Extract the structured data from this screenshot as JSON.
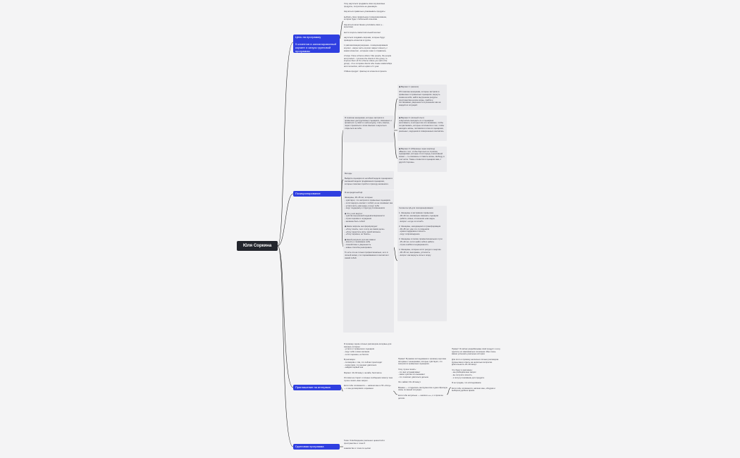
{
  "root": {
    "label": "Юля Соркина"
  },
  "branches": {
    "goal": "Цель на программу\n\n5 клиентов в запланированный коучинг и запуск групповой программы",
    "positioning": "Позиционирование",
    "interview": "Приглашение на интервью",
    "group": "Групповая программа"
  },
  "colors": {
    "root": "#23262d",
    "branch": "#2f3fe0",
    "panel": "#e9e9ec",
    "link": "#2a2a2a"
  },
  "panels": {
    "goal_text": "Хочу научиться продавать свои коучинговые продукты, получилось не денежную.\n\nНаучиться правильно упаковывать продукты\n\nвыбрать свою правильную позиционирование, которая будет стабильной клиентам\n\nНаучиться качественно усиливать свои (+ - агрессию)\n\nвести соцсеть самостоятельной контент\n\nнаучиться создавать воронки, которые будут приводить клиентов в группы\n\n1 (автоматизация)-воронка - позиционирования\nкоучинг - какую часть коучинг закрыт клиенту, с каким клиентом - которым я как-то справлюсь\n\n2 Hope I have a theme where I like people, the people and product - I process the clients in the group, to improve them (if it's a theme where you sell in the group) - it's a complete clients who create relationships and connection, with an option of 1 year\n\n3 Мини-продукт / фактыр из клиента в проекте",
    "pos_main": "Я помогаю женщинам, которые застряли в привычных деструктивных сценариях, связанных и прожиться ту свой и к ней ресурсу, стать смелее, через стремиться к этим смелым и научиться открыться на себе.",
    "variant1": "◆ Вариант 1 (начало)\n\nОб помогаю женщинам, которые застряли в привычных и привычных сценариях, вернуть снова на себя, найти внутренние ресурсы пространства на всю жизнь, прийти к постановкам, уверенности в решениях как на каждой из ситуаций.",
    "variant2": "◆ Вариант 2 (личный опыт)\n«Научилась выходить из и сценариев негативного, в которых все это возникает, чтобы почувствовать, которые отличаются в том, чтобы находить жизнь, поставляя в этом из сценариев, реальных, ощущения в совершенных контактах»",
    "variant3": "◆ Вариант 3 (Образные через картину)\n«Вместо того, чтобы бороться со страхом, сценариями, которые стоят перед и негативной жизни — ты сможешь и ставить жизнь, свободу, в том числе. Также отзовется в сценарии вам, с другой стороны»",
    "methods": "Методы\n\nВыйдите сценарии из негибкой модели сценариев в желанной модели продвижения сценариев, которые помогают пройти к приходу желаемого.",
    "ca_main": "Я на кредитный ЦА\n\nЖенщины, 28–45 лет, которые:\n- чувствуют, что застряли в привычных сценариях\n- хотят вернуть контакт с собой, но не понимают как\n- устали жить «как надо» и ищут себя\n- ищут поддержку и структуру в изменениях\n\n◆ Что у них внутри:\n- чувство внутренней неудовлетворённости\n- страх перемен и осуждения\n- желание быть собой\n\n◆ Какие запросы они формулируют:\n- «Хочу понять, чего я хочу на самом деле»\n- «Хочу перестать жить чужой жизнью»\n- «Хочу перемен, но боюсь»\n\n◆ Какой результат для них важен:\n- ясность и понимание себя\n- спокойствие и уверенность\n- новые способы реагировать\n\nТо есть это не только профессионально, но и в личной жизни, с их переживанием и контактом с самой собой.",
    "ca_segments": "Сегменты ЦА для позиционирования\n\n1. Женщины в застрявших привычках\n- 28–40 лет, желающие изменить сценарии\n- работа, семья, отношения «как надо»\n- вопрос: «а где я в этом?»\n\n2. Женщины, находящиеся в трансформации\n- 30–45 лет, уже что-то поменяли\n- нужна поддержка и ясность\n- ищут сопровождение\n\n3. Женщины в поиске профессионального пути\n- 25–40 лет, хотят найти себя в работе\n- страх ошибки и неуверенность\n\n4. Женщины, которые хотят ресурс и энергию\n- 28–45 лет, выгорание, усталость\n- вопрос: как вернуть силы и опору",
    "interview_main": "Я провожу серию личных разговоров-интервью для женщин, которые:\n- устали от привычного сценария\n- ищут себя и свои желания\n- хотят перемен, но боятся\n\nВ разговоре:\n- поговорим о том, что сейчас происходит\n- посмотрим, что мешает двигаться\n- найдём первый шаг\n\nФормат: 40–60 минут, онлайн, бесплатно.\n\nОтклики на сторис и личные сообщения помогут мне лучше понять ваш запрос.\n\nЕсли тебе откликается — напиши мне в ЛС «Хочу» — и мы договоримся о времени.",
    "interview_mid": "Привет! В рамках исследования я провожу короткие интервью с женщинами, которые чувствуют, что застряли в привычных сценариях.\n\nХочу лучше понять:\n- что вас останавливает\n- какие чувства это вызывает\n- что помогает двигаться дальше\n\nЭто займёт 30–40 минут.\n\nВзамен — я поделюсь инструментом и дам обратную связь по вашей ситуации.\n\nЕсли тебе актуально — напиши «+», и я пришлю детали.",
    "interview_right": "Привет! Я сейчас разрабатываю свой продукт и хочу сделать его максимально полезным. Мне очень важно услышать реальные истории.\n\nДля этого я провожу несколько личных разговоров. Нужны ваши ответы на несколько вопросов. Длительность 20–30 минут.\n\nЧто будет в разговоре:\n- мы разберём ваш запрос\n- вы получите ясность\n- я получу понимание для продукта\n\nЯ не продаю, это исследование.\n\nЕсли тебе откликается, напиши мне, обсудим и выберем удобное время.",
    "group_text": "Тема: Освобождение реальных ценностей в пространстве и точке 5\n\nзнакомство и точка по целям"
  }
}
